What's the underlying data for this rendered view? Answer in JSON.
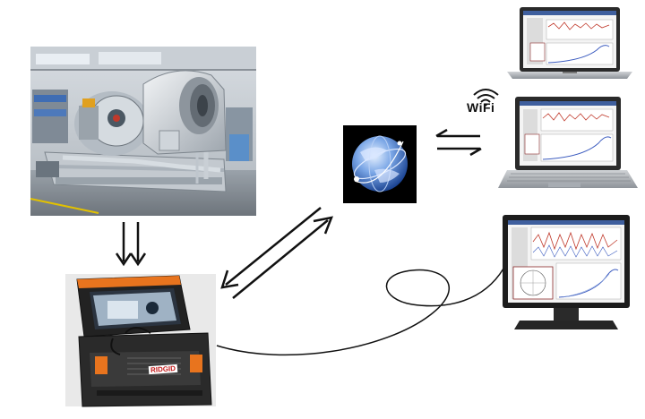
{
  "labels": {
    "wifi": "WiFi",
    "brand": "RIDGID"
  },
  "nodes": [
    {
      "id": "turbine-photo",
      "icon": "gas-turbine-machine"
    },
    {
      "id": "acquisition-case",
      "icon": "rugged-case-computer"
    },
    {
      "id": "internet",
      "icon": "globe-icon"
    },
    {
      "id": "laptop-top",
      "icon": "laptop-icon"
    },
    {
      "id": "laptop-middle",
      "icon": "laptop-icon"
    },
    {
      "id": "desktop-monitor",
      "icon": "monitor-icon"
    }
  ],
  "connections": [
    {
      "from": "turbine-photo",
      "to": "acquisition-case",
      "style": "double-arrow-down"
    },
    {
      "from": "acquisition-case",
      "to": "internet",
      "style": "bidirectional-arrows"
    },
    {
      "from": "internet",
      "to": "laptop-middle",
      "style": "wireless-exchange-arrows"
    },
    {
      "from": "acquisition-case",
      "to": "desktop-monitor",
      "style": "cable"
    }
  ],
  "colors": {
    "arrow": "#111111",
    "globe_bg": "#000000",
    "case_accent": "#e8741e",
    "screen_plot": "#3b5bbf",
    "screen_trace": "#c0392b"
  }
}
